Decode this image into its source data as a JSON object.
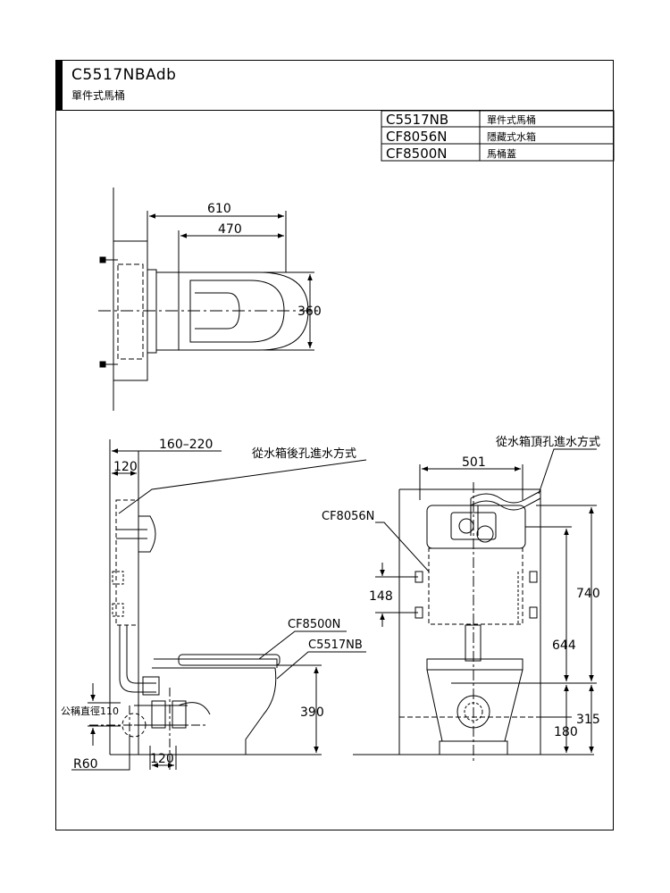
{
  "header": {
    "model": "C5517NBAdb",
    "subtitle": "單件式馬桶"
  },
  "parts_table": [
    {
      "code": "C5517NB",
      "name": "單件式馬桶"
    },
    {
      "code": "CF8056N",
      "name": "隱藏式水箱"
    },
    {
      "code": "CF8500N",
      "name": "馬桶蓋"
    }
  ],
  "top_view": {
    "dim_overall_depth": "610",
    "dim_bowl_depth": "470",
    "dim_width": "360"
  },
  "side_view": {
    "dim_offset_range": "160–220",
    "dim_wall_120_top": "120",
    "note_rear_inlet": "從水箱後孔進水方式",
    "label_tank": "CF8056N",
    "label_seat": "CF8500N",
    "label_bowl": "C5517NB",
    "dim_height_390": "390",
    "pipe_diameter": "公稱直徑110",
    "dim_radius": "R60",
    "dim_wall_120_bottom": "120"
  },
  "front_view": {
    "note_top_inlet": "從水箱頂孔進水方式",
    "dim_width_501": "501",
    "dim_148": "148",
    "dim_740": "740",
    "dim_644": "644",
    "dim_315": "315",
    "dim_180": "180"
  }
}
